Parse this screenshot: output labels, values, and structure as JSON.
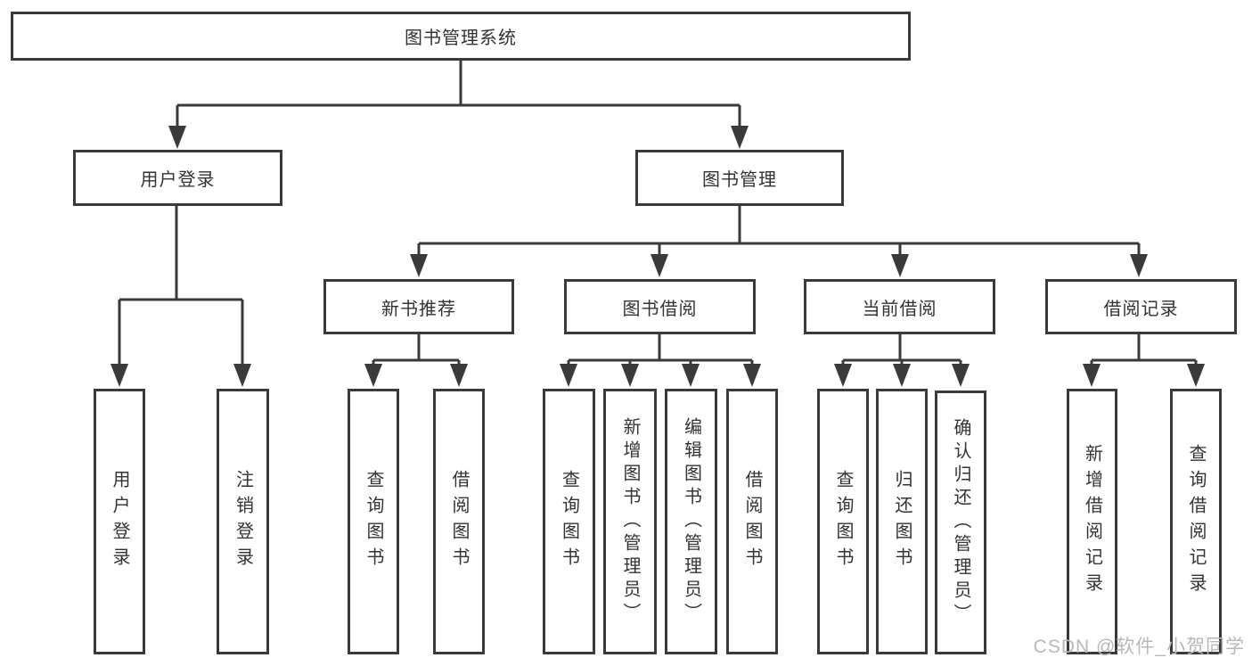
{
  "colors": {
    "line": "#3a3a3a",
    "box-border": "#3a3a3a",
    "text": "#333333",
    "background": "#ffffff",
    "watermark": "#b7b8ba"
  },
  "tree": {
    "root": {
      "label": "图书管理系统"
    },
    "branches": [
      {
        "label": "用户登录",
        "children": [
          "用户登录",
          "注销登录"
        ]
      },
      {
        "label": "图书管理",
        "sections": [
          {
            "label": "新书推荐",
            "children": [
              "查询图书",
              "借阅图书"
            ]
          },
          {
            "label": "图书借阅",
            "children": [
              "查询图书",
              "新增图书（管理员）",
              "编辑图书（管理员）",
              "借阅图书"
            ]
          },
          {
            "label": "当前借阅",
            "children": [
              "查询图书",
              "归还图书",
              "确认归还（管理员）"
            ]
          },
          {
            "label": "借阅记录",
            "children": [
              "新增借阅记录",
              "查询借阅记录"
            ]
          }
        ]
      }
    ]
  },
  "watermark": "CSDN @软件_小贺同学"
}
